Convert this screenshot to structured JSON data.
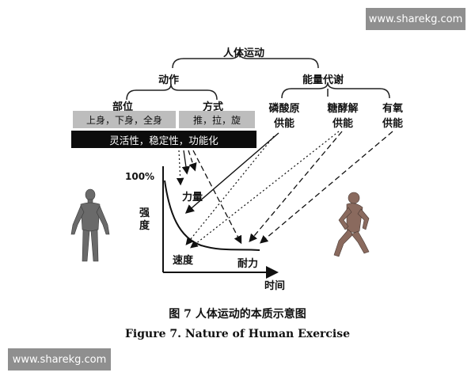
{
  "watermarks": {
    "top": "www.sharekg.com",
    "bottom": "www.sharekg.com"
  },
  "diagram": {
    "root": "人体运动",
    "branch_action": "动作",
    "branch_energy": "能量代谢",
    "part_label": "部位",
    "mode_label": "方式",
    "parts_text": "上身，下身，全身",
    "modes_text": "推，拉，旋",
    "qualities_text": "灵活性，稳定性，功能化",
    "energy": [
      {
        "line1": "磷酸原",
        "line2": "供能"
      },
      {
        "line1": "糖酵解",
        "line2": "供能"
      },
      {
        "line1": "有氧",
        "line2": "供能"
      }
    ],
    "graph": {
      "y_top_label": "100%",
      "y_axis_label": "强度",
      "x_axis_label": "时间",
      "label_force": "力量",
      "label_speed": "速度",
      "label_endurance": "耐力"
    }
  },
  "caption": {
    "cn": "图 7   人体运动的本质示意图",
    "en": "Figure 7.    Nature of Human Exercise"
  }
}
